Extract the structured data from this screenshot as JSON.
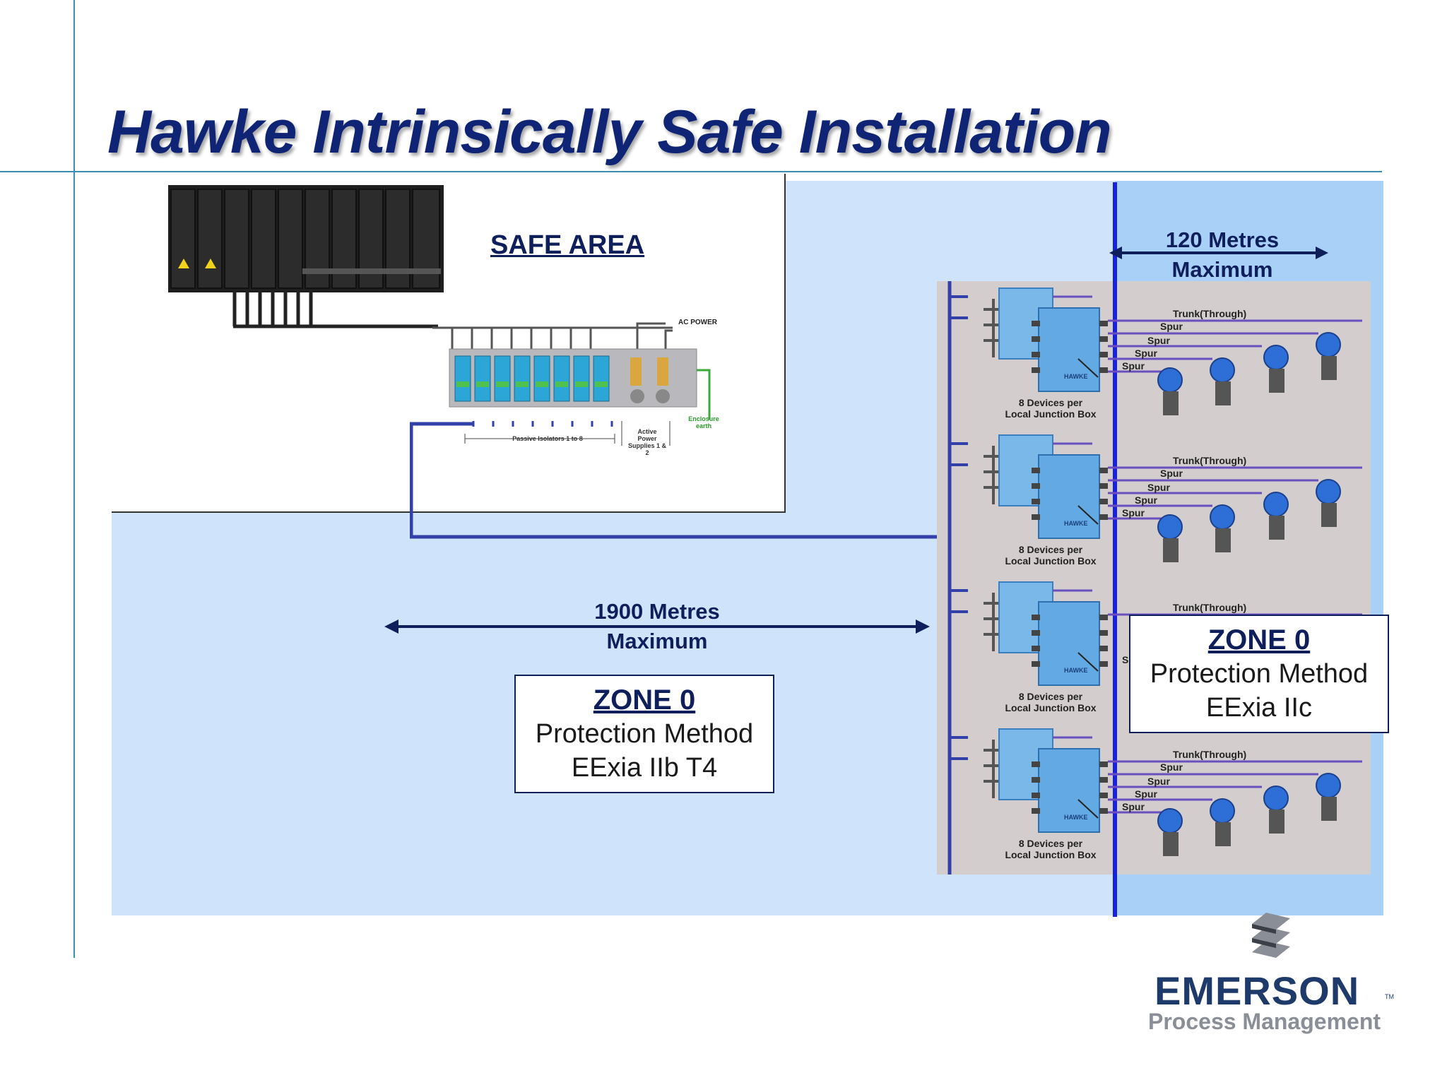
{
  "title": "Hawke Intrinsically Safe Installation",
  "safe_area": {
    "label": "SAFE AREA"
  },
  "isolator_panel": {
    "ac_power": "AC POWER",
    "enclosure_earth": "Enclosure earth",
    "passive_isolators": "Passive Isolators 1 to 8",
    "active_power": "Active Power Supplies 1 & 2"
  },
  "trunk_distance": {
    "line1": "1900 Metres",
    "line2": "Maximum"
  },
  "spur_distance": {
    "line1": "120 Metres",
    "line2": "Maximum"
  },
  "zone_left": {
    "title": "ZONE 0",
    "line1": "Protection Method",
    "line2": "EExia IIb T4"
  },
  "zone_right": {
    "title": "ZONE 0",
    "line1": "Protection Method",
    "line2": "EExia IIc"
  },
  "junction_groups": [
    {
      "trunk": "Trunk(Through)",
      "spurs": [
        "Spur",
        "Spur",
        "Spur",
        "Spur"
      ],
      "caption1": "8 Devices per",
      "caption2": "Local Junction Box",
      "box_brand": "HAWKE"
    },
    {
      "trunk": "Trunk(Through)",
      "spurs": [
        "Spur",
        "Spur",
        "Spur",
        "Spur"
      ],
      "caption1": "8 Devices per",
      "caption2": "Local Junction Box",
      "box_brand": "HAWKE"
    },
    {
      "trunk": "Trunk(Through)",
      "spurs": [
        "S"
      ],
      "caption1": "8 Devices per",
      "caption2": "Local Junction Box",
      "box_brand": "HAWKE"
    },
    {
      "trunk": "Trunk(Through)",
      "spurs": [
        "Spur",
        "Spur",
        "Spur",
        "Spur"
      ],
      "caption1": "8 Devices per",
      "caption2": "Local Junction Box",
      "box_brand": "HAWKE"
    }
  ],
  "logo": {
    "company": "EMERSON",
    "tm": "TM",
    "division": "Process Management"
  },
  "colors": {
    "title": "#0f2474",
    "hazard_area": "#cfe4fb",
    "zone_strip": "#a9d0f7",
    "junction_bg": "#d3cdcd",
    "cable": "#3340a8",
    "box_blue": "#63a9e3"
  }
}
